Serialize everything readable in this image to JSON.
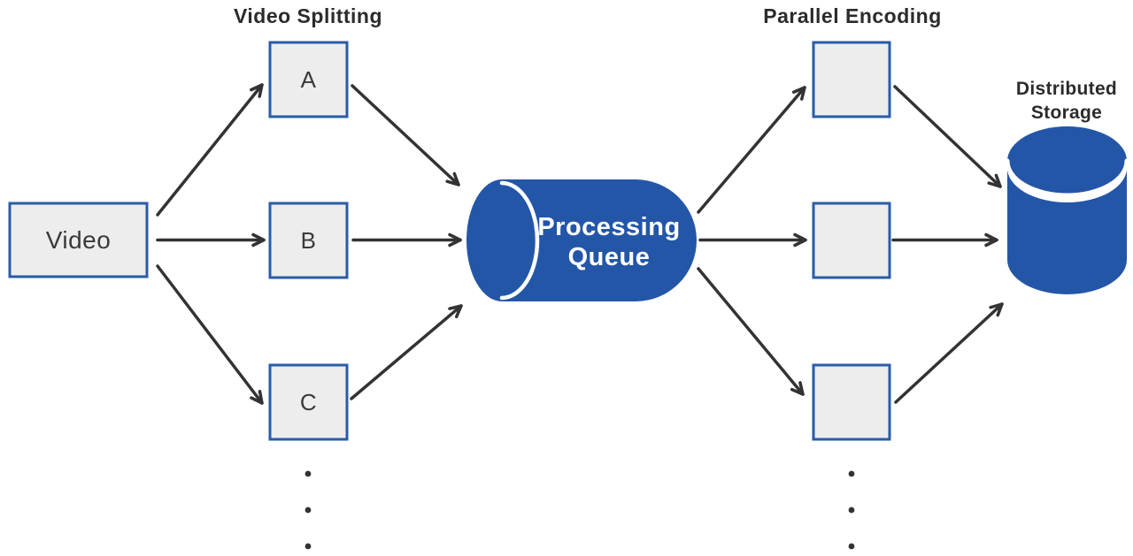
{
  "page": {
    "background": "#ffffff"
  },
  "colors": {
    "primary_blue": "#2456a8",
    "box_border_blue": "#2a5ca8",
    "box_fill": "#ededee",
    "arrow_color": "#333333",
    "title_text": "#2b2b2b",
    "node_text": "#3a3a3a",
    "cylinder_text": "#ffffff"
  },
  "titles": {
    "video_splitting": "Video Splitting",
    "parallel_encoding": "Parallel Encoding"
  },
  "nodes": {
    "video": {
      "label": "Video"
    },
    "chunk_a": {
      "label": "A"
    },
    "chunk_b": {
      "label": "B"
    },
    "chunk_c": {
      "label": "C"
    },
    "encoder_1": {
      "label": ""
    },
    "encoder_2": {
      "label": ""
    },
    "encoder_3": {
      "label": ""
    },
    "processing_queue": {
      "label_line1": "Processing",
      "label_line2": "Queue"
    },
    "distributed_storage": {
      "label_line1": "Distributed",
      "label_line2": "Storage"
    }
  },
  "icons": {
    "continuation_left": "vertical-ellipsis",
    "continuation_right": "vertical-ellipsis"
  }
}
